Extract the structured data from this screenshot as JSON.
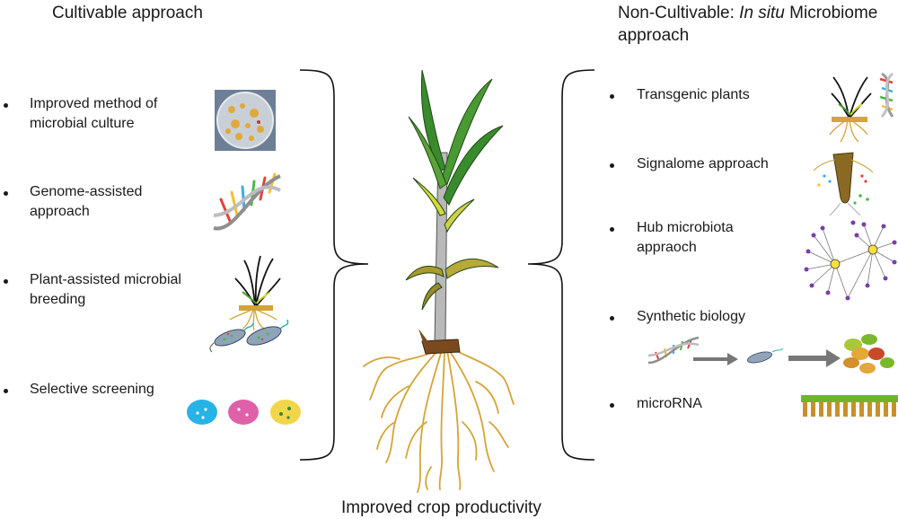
{
  "left_heading": "Cultivable approach",
  "right_heading": {
    "prefix": "Non-Cultivable: ",
    "italic": "In situ",
    "suffix": " Microbiome",
    "line2": "approach"
  },
  "left_items": [
    {
      "line1": "Improved method of",
      "line2": "microbial culture"
    },
    {
      "line1": "Genome-assisted",
      "line2": "approach"
    },
    {
      "line1": "Plant-assisted microbial",
      "line2": "breeding"
    },
    {
      "line1": "Selective screening",
      "line2": ""
    }
  ],
  "right_items": [
    {
      "line1": "Transgenic plants",
      "line2": ""
    },
    {
      "line1": "Signalome approach",
      "line2": ""
    },
    {
      "line1": "Hub microbiota",
      "line2": "appraoch"
    },
    {
      "line1": "Synthetic biology",
      "line2": ""
    },
    {
      "line1": "microRNA",
      "line2": ""
    }
  ],
  "footer": "Improved crop productivity",
  "colors": {
    "leaf_green": "#3a8a2e",
    "leaf_yellow": "#d8d83a",
    "stem": "#b9b9b9",
    "root": "#d4a437",
    "blue_colony": "#27b3e6",
    "pink_colony": "#e060a8",
    "yellow_colony": "#f2d64a"
  }
}
